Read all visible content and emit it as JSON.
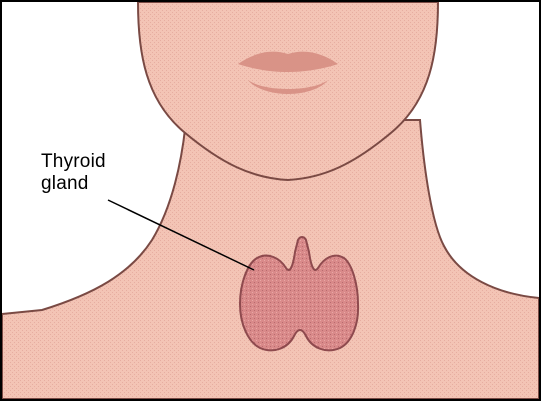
{
  "diagram": {
    "label_line_1": "Thyroid",
    "label_line_2": "gland",
    "colors": {
      "skin": "#f3c4b5",
      "skin_outline": "#7a4a44",
      "lips": "#d99387",
      "thyroid": "#d98a8a",
      "thyroid_outline": "#8e4a4e",
      "background": "#ffffff",
      "leader_line": "#000000"
    },
    "icons": [
      "face-outline",
      "neck-outline",
      "lips",
      "thyroid-gland",
      "leader-line"
    ]
  }
}
